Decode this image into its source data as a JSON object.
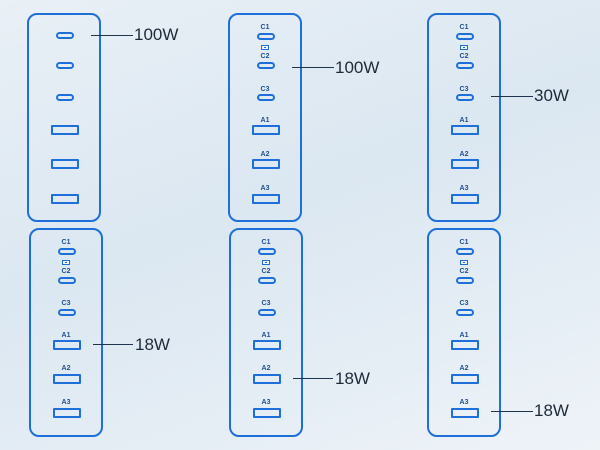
{
  "port_labels": {
    "c1": "C1",
    "c2": "C2",
    "c3": "C3",
    "a1": "A1",
    "a2": "A2",
    "a3": "A3"
  },
  "configs": [
    {
      "watt": "100W",
      "active_port": "C1"
    },
    {
      "watt": "100W",
      "active_port": "C2"
    },
    {
      "watt": "30W",
      "active_port": "C3"
    },
    {
      "watt": "18W",
      "active_port": "A1"
    },
    {
      "watt": "18W",
      "active_port": "A2"
    },
    {
      "watt": "18W",
      "active_port": "A3"
    }
  ],
  "colors": {
    "accent": "#1e6fd9",
    "text": "#1e2a38"
  }
}
